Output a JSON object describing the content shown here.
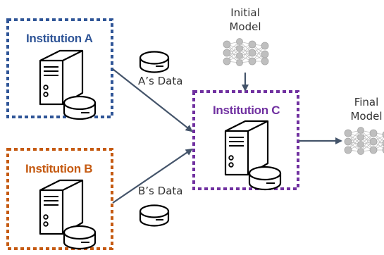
{
  "institutions": {
    "a": {
      "label": "Institution A",
      "color": "#2f5597"
    },
    "b": {
      "label": "Institution B",
      "color": "#c55a11"
    },
    "c": {
      "label": "Institution C",
      "color": "#7030a0"
    }
  },
  "data_labels": {
    "a": "A’s Data",
    "b": "B’s Data"
  },
  "models": {
    "initial": {
      "line1": "Initial",
      "line2": "Model"
    },
    "final": {
      "line1": "Final",
      "line2": "Model"
    }
  },
  "colors": {
    "arrow": "#44546a",
    "icon_stroke": "#000000",
    "network": "#bfbfbf"
  }
}
